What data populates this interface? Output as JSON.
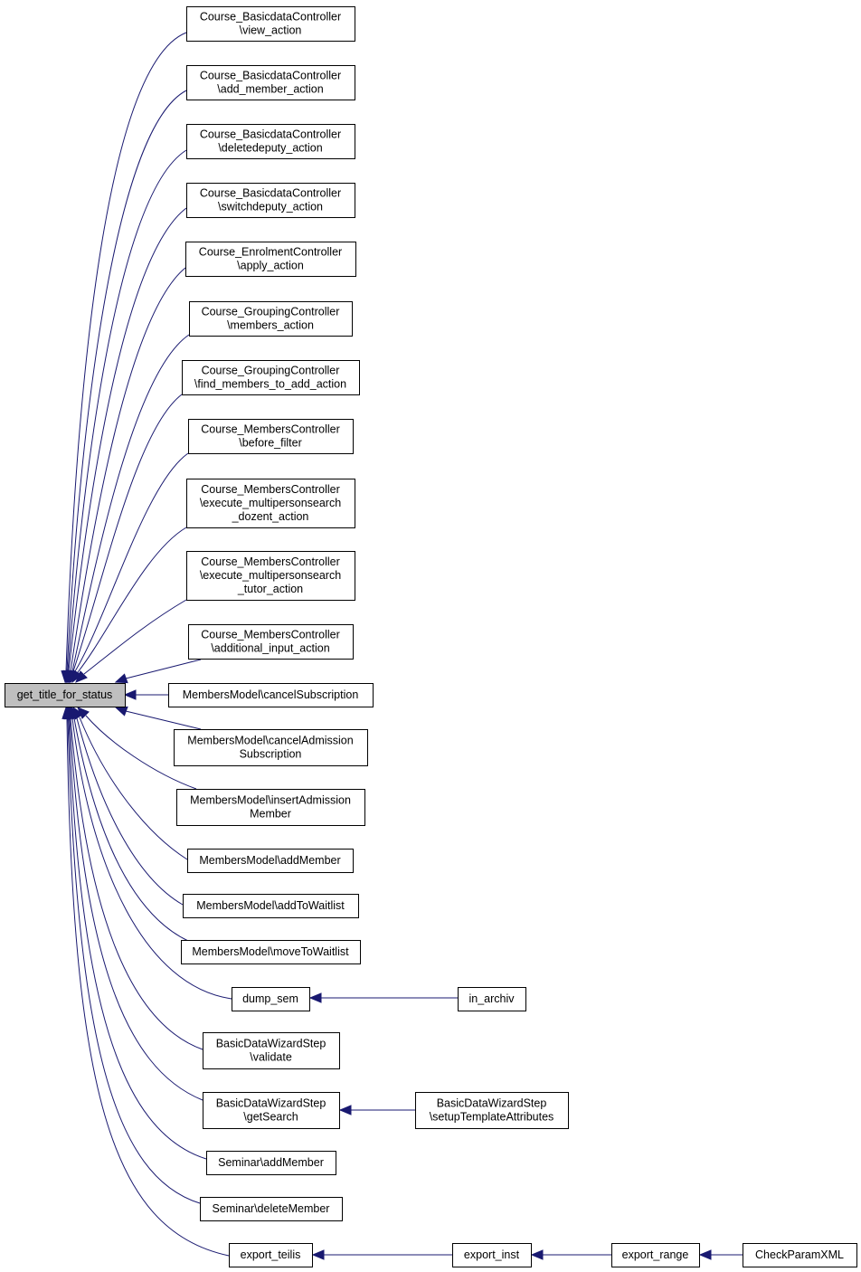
{
  "diagram": {
    "type": "call-graph",
    "root": "get_title_for_status",
    "nodes": [
      {
        "id": "root",
        "lines": [
          "get_title_for_status"
        ]
      },
      {
        "id": "n1",
        "lines": [
          "Course_BasicdataController",
          "\\view_action"
        ]
      },
      {
        "id": "n2",
        "lines": [
          "Course_BasicdataController",
          "\\add_member_action"
        ]
      },
      {
        "id": "n3",
        "lines": [
          "Course_BasicdataController",
          "\\deletedeputy_action"
        ]
      },
      {
        "id": "n4",
        "lines": [
          "Course_BasicdataController",
          "\\switchdeputy_action"
        ]
      },
      {
        "id": "n5",
        "lines": [
          "Course_EnrolmentController",
          "\\apply_action"
        ]
      },
      {
        "id": "n6",
        "lines": [
          "Course_GroupingController",
          "\\members_action"
        ]
      },
      {
        "id": "n7",
        "lines": [
          "Course_GroupingController",
          "\\find_members_to_add_action"
        ]
      },
      {
        "id": "n8",
        "lines": [
          "Course_MembersController",
          "\\before_filter"
        ]
      },
      {
        "id": "n9",
        "lines": [
          "Course_MembersController",
          "\\execute_multipersonsearch",
          "_dozent_action"
        ]
      },
      {
        "id": "n10",
        "lines": [
          "Course_MembersController",
          "\\execute_multipersonsearch",
          "_tutor_action"
        ]
      },
      {
        "id": "n11",
        "lines": [
          "Course_MembersController",
          "\\additional_input_action"
        ]
      },
      {
        "id": "n12",
        "lines": [
          "MembersModel\\cancelSubscription"
        ]
      },
      {
        "id": "n13",
        "lines": [
          "MembersModel\\cancelAdmission",
          "Subscription"
        ]
      },
      {
        "id": "n14",
        "lines": [
          "MembersModel\\insertAdmission",
          "Member"
        ]
      },
      {
        "id": "n15",
        "lines": [
          "MembersModel\\addMember"
        ]
      },
      {
        "id": "n16",
        "lines": [
          "MembersModel\\addToWaitlist"
        ]
      },
      {
        "id": "n17",
        "lines": [
          "MembersModel\\moveToWaitlist"
        ]
      },
      {
        "id": "n18",
        "lines": [
          "dump_sem"
        ]
      },
      {
        "id": "n19",
        "lines": [
          "in_archiv"
        ]
      },
      {
        "id": "n20",
        "lines": [
          "BasicDataWizardStep",
          "\\validate"
        ]
      },
      {
        "id": "n21",
        "lines": [
          "BasicDataWizardStep",
          "\\getSearch"
        ]
      },
      {
        "id": "n22",
        "lines": [
          "BasicDataWizardStep",
          "\\setupTemplateAttributes"
        ]
      },
      {
        "id": "n23",
        "lines": [
          "Seminar\\addMember"
        ]
      },
      {
        "id": "n24",
        "lines": [
          "Seminar\\deleteMember"
        ]
      },
      {
        "id": "n25",
        "lines": [
          "export_teilis"
        ]
      },
      {
        "id": "n26",
        "lines": [
          "export_inst"
        ]
      },
      {
        "id": "n27",
        "lines": [
          "export_range"
        ]
      },
      {
        "id": "n28",
        "lines": [
          "CheckParamXML"
        ]
      }
    ],
    "edges": [
      {
        "from": "n1",
        "to": "root"
      },
      {
        "from": "n2",
        "to": "root"
      },
      {
        "from": "n3",
        "to": "root"
      },
      {
        "from": "n4",
        "to": "root"
      },
      {
        "from": "n5",
        "to": "root"
      },
      {
        "from": "n6",
        "to": "root"
      },
      {
        "from": "n7",
        "to": "root"
      },
      {
        "from": "n8",
        "to": "root"
      },
      {
        "from": "n9",
        "to": "root"
      },
      {
        "from": "n10",
        "to": "root"
      },
      {
        "from": "n11",
        "to": "root"
      },
      {
        "from": "n12",
        "to": "root"
      },
      {
        "from": "n13",
        "to": "root"
      },
      {
        "from": "n14",
        "to": "root"
      },
      {
        "from": "n15",
        "to": "root"
      },
      {
        "from": "n16",
        "to": "root"
      },
      {
        "from": "n17",
        "to": "root"
      },
      {
        "from": "n18",
        "to": "root"
      },
      {
        "from": "n20",
        "to": "root"
      },
      {
        "from": "n21",
        "to": "root"
      },
      {
        "from": "n23",
        "to": "root"
      },
      {
        "from": "n24",
        "to": "root"
      },
      {
        "from": "n25",
        "to": "root"
      },
      {
        "from": "n19",
        "to": "n18"
      },
      {
        "from": "n22",
        "to": "n21"
      },
      {
        "from": "n26",
        "to": "n25"
      },
      {
        "from": "n27",
        "to": "n26"
      },
      {
        "from": "n28",
        "to": "n27"
      }
    ],
    "colors": {
      "edge": "#191970",
      "root_fill": "#bfbfbf",
      "node_fill": "#ffffff",
      "node_border": "#000000"
    }
  }
}
